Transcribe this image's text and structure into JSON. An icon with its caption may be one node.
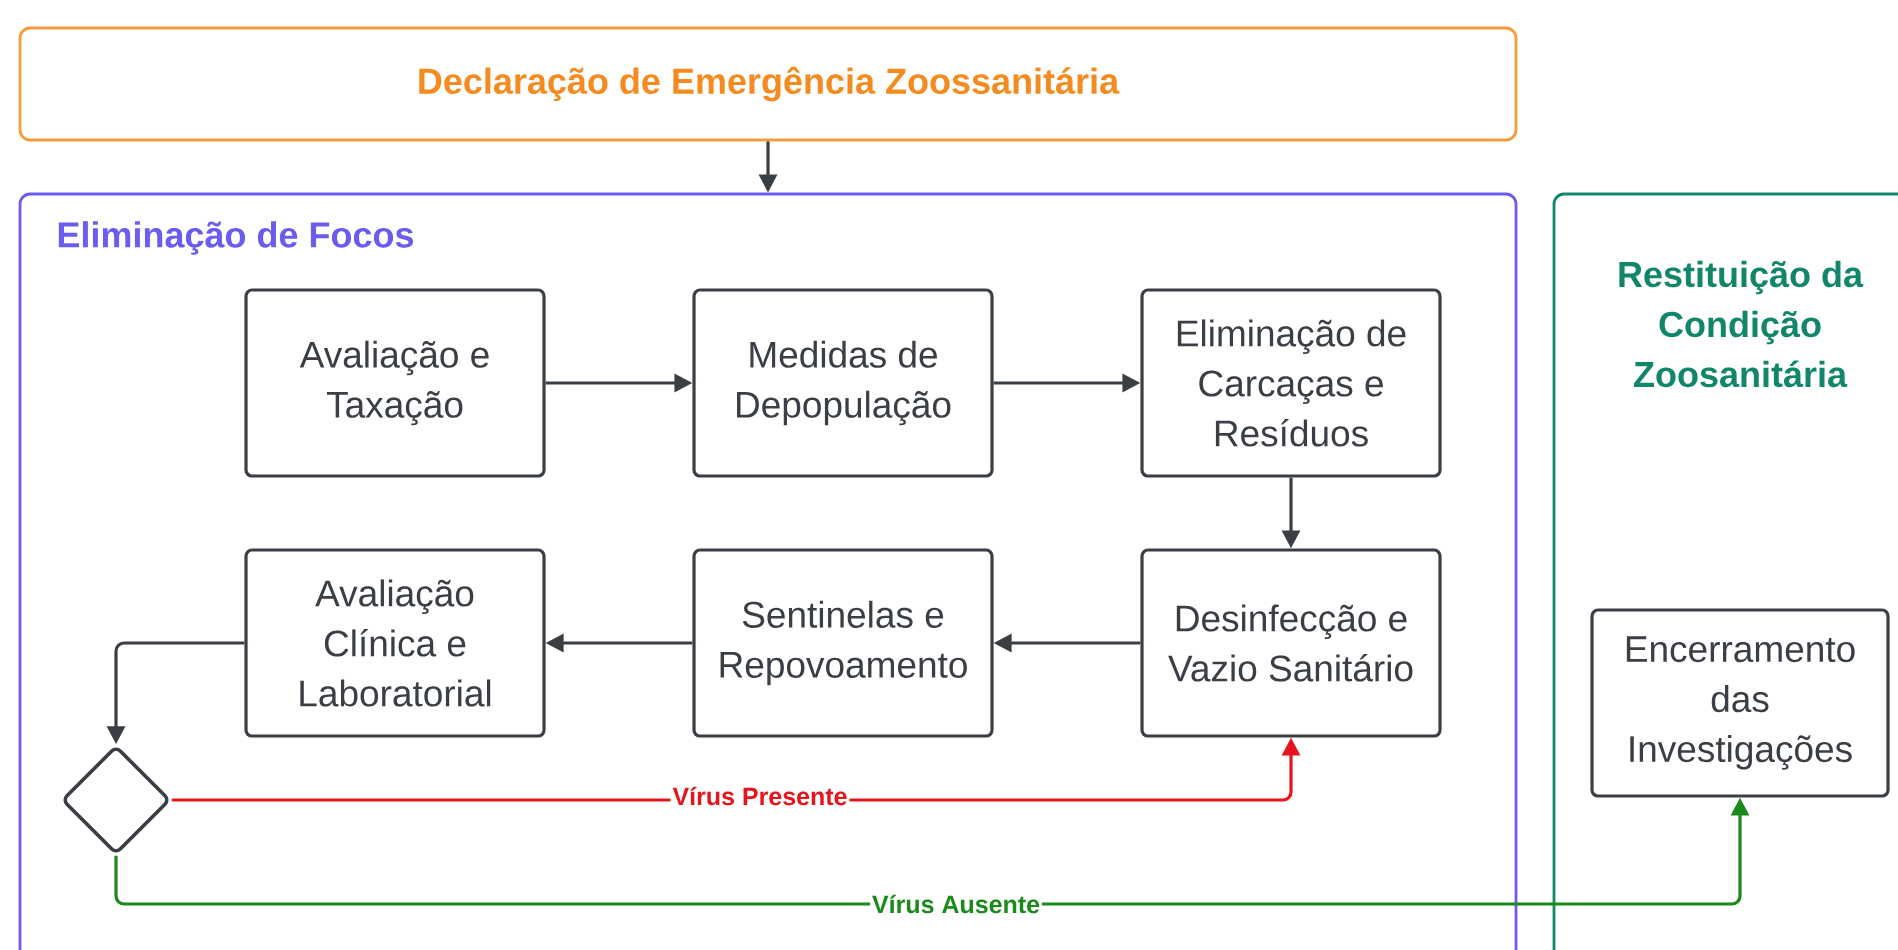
{
  "diagram": {
    "nodes": [
      {
        "text": [
          "Declaração de Emergência Zoossanitária"
        ]
      },
      {
        "text": [
          "Eliminação de Focos"
        ]
      },
      {
        "text": [
          "Avaliação e Taxação"
        ],
        "in": 1
      },
      {
        "text": [
          "Medidas de Depopulação"
        ],
        "in": 1
      },
      {
        "text": [
          "Eliminação de Carcaças e Resíduos"
        ],
        "in": 1
      },
      {
        "text": [
          "Avaliação Clínica e Laboratorial"
        ],
        "in": 1
      },
      {
        "text": [
          "Sentinelas e Repovoamento"
        ],
        "in": 1
      },
      {
        "text": [
          "Desinfecção e Vazio Sanitário"
        ],
        "in": 1
      },
      {
        "text": [],
        "shape": "diamond",
        "in": 1
      },
      {
        "text": [
          "Restituição da Condição Zoosanitária"
        ]
      },
      {
        "text": [
          "Encerramento das Investigações"
        ],
        "in": 9
      }
    ],
    "edges": [
      {
        "from": 0,
        "to": 1,
        "arrow": "to"
      },
      {
        "from": 2,
        "to": 3,
        "arrow": "to"
      },
      {
        "from": 3,
        "to": 4,
        "arrow": "to"
      },
      {
        "from": 4,
        "to": 7,
        "arrow": "to"
      },
      {
        "from": 7,
        "to": 6,
        "arrow": "to"
      },
      {
        "from": 6,
        "to": 5,
        "arrow": "to"
      },
      {
        "from": 5,
        "to": 8,
        "arrow": "to"
      },
      {
        "from": 8,
        "to": 7,
        "arrow": "to",
        "label": "Vírus Presente",
        "color": "#e8141c"
      },
      {
        "from": 8,
        "to": 10,
        "arrow": "to",
        "label": "Vírus Ausente",
        "color": "#1a8a1a"
      }
    ]
  }
}
